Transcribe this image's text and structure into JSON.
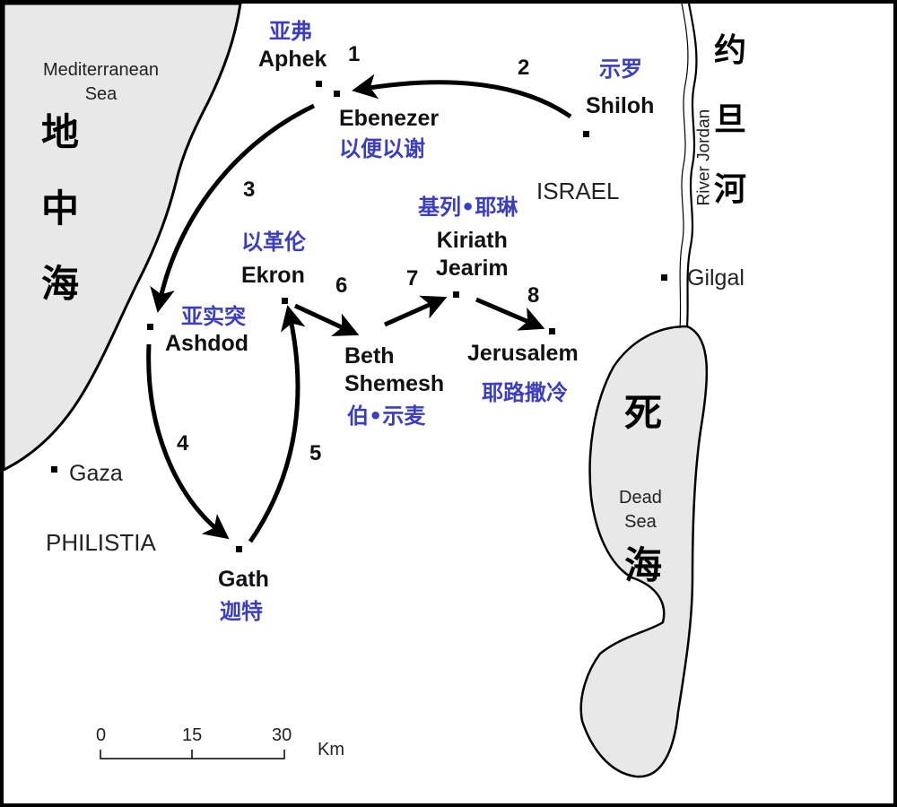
{
  "seas": {
    "mediterranean_en": "Mediterranean\nSea",
    "mediterranean_cn": [
      "地",
      "中",
      "海"
    ],
    "dead_en": "Dead\nSea",
    "dead_cn": [
      "死",
      "海"
    ]
  },
  "river": {
    "en": "River Jordan",
    "cn": [
      "约",
      "旦",
      "河"
    ]
  },
  "regions": {
    "israel": "ISRAEL",
    "philistia": "PHILISTIA"
  },
  "places": {
    "aphek": {
      "en": "Aphek",
      "cn": "亚弗"
    },
    "ebenezer": {
      "en": "Ebenezer",
      "cn": "以便以谢"
    },
    "shiloh": {
      "en": "Shiloh",
      "cn": "示罗"
    },
    "ashdod": {
      "en": "Ashdod",
      "cn": "亚实突"
    },
    "ekron": {
      "en": "Ekron",
      "cn": "以革伦"
    },
    "beth_shemesh": {
      "en": "Beth\nShemesh",
      "cn": "伯•示麦"
    },
    "kiriath_jearim": {
      "en": "Kiriath\nJearim",
      "cn": "基列•耶琳"
    },
    "jerusalem": {
      "en": "Jerusalem",
      "cn": "耶路撒冷"
    },
    "gath": {
      "en": "Gath",
      "cn": "迦特"
    },
    "gaza": {
      "en": "Gaza"
    },
    "gilgal": {
      "en": "Gilgal"
    }
  },
  "route_steps": [
    "1",
    "2",
    "3",
    "4",
    "5",
    "6",
    "7",
    "8"
  ],
  "scale_bar": {
    "ticks": [
      "0",
      "15",
      "30"
    ],
    "unit": "Km"
  },
  "colors": {
    "land": "#ffffff",
    "water": "#e8e8e8",
    "border": "#000000",
    "english_label": "#111111",
    "chinese_label": "#3b3fbf"
  }
}
